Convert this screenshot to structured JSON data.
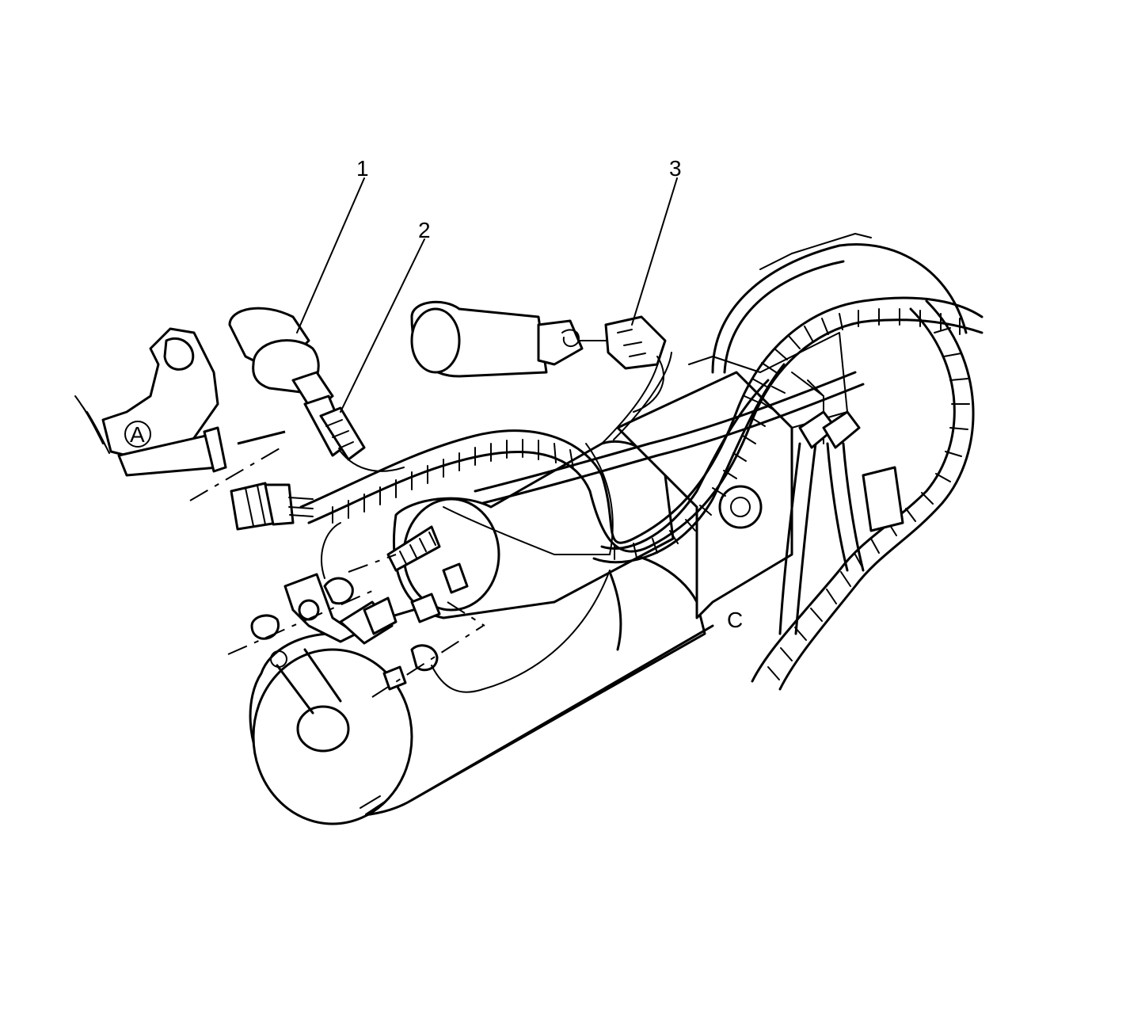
{
  "callouts": [
    {
      "id": "1",
      "label": "1"
    },
    {
      "id": "2",
      "label": "2"
    },
    {
      "id": "3",
      "label": "3"
    }
  ],
  "markings": {
    "sensor_letter": "A",
    "mount_letter": "C"
  },
  "colors": {
    "ink": "#000000",
    "paper": "#ffffff"
  }
}
